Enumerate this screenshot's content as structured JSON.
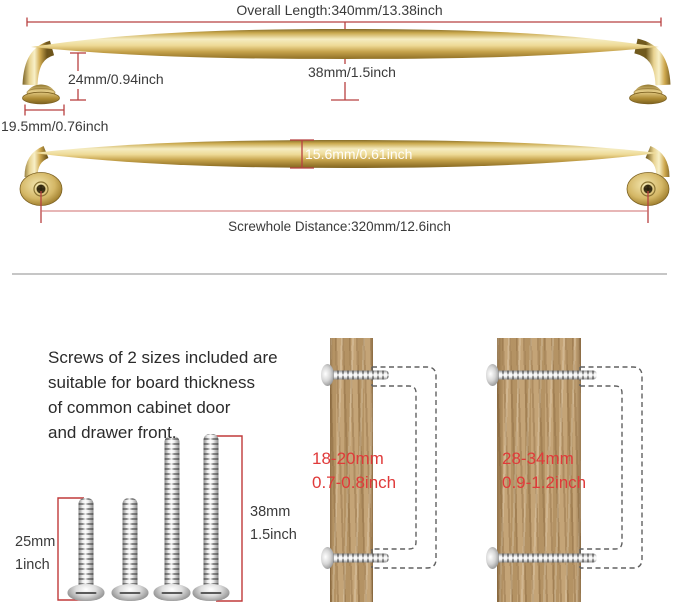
{
  "dimension_diagram": {
    "overall_length_label": "Overall Length:340mm/13.38inch",
    "projection_label": "24mm/0.94inch",
    "height_label": "38mm/1.5inch",
    "base_diameter_label": "19.5mm/0.76inch",
    "bar_diameter_label": "15.6mm/0.61inch",
    "screwhole_distance_label": "Screwhole Distance:320mm/12.6inch"
  },
  "screws_section": {
    "description": "Screws of 2 sizes included are\nsuitable for board thickness\nof common cabinet door\nand drawer front.",
    "short_screw_label": "25mm\n1inch",
    "long_screw_label": "38mm\n1.5inch",
    "thin_board_label": "18-20mm\n0.7-0.8inch",
    "thick_board_label": "28-34mm\n0.9-1.2inch"
  },
  "colors": {
    "dimension_line_red": "#b84040",
    "label_red": "#e03a3a",
    "gold": "#c9a84c",
    "wood": "#c2a277",
    "divider_gray": "#c6c6c6"
  }
}
